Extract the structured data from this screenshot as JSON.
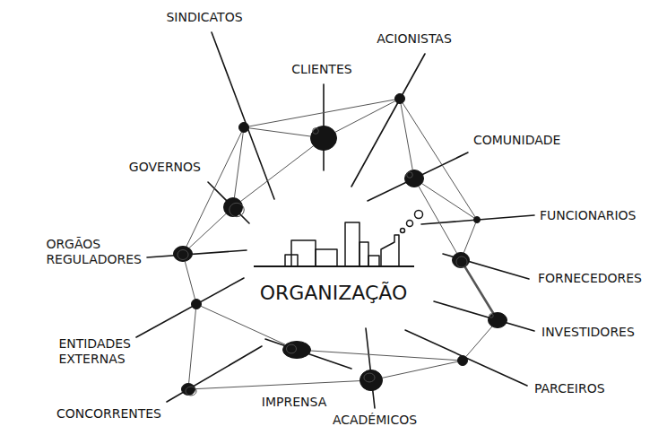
{
  "diagram": {
    "nodes": [
      {
        "text": [
          "SINDICATOS"
        ]
      },
      {
        "text": [
          "ACIONISTAS"
        ]
      },
      {
        "text": [
          "CLIENTES"
        ]
      },
      {
        "text": [
          "COMUNIDADE"
        ]
      },
      {
        "text": [
          "GOVERNOS"
        ]
      },
      {
        "text": [
          "FUNCIONARIOS"
        ]
      },
      {
        "text": [
          "ORGÃOS REGULADORES"
        ]
      },
      {
        "text": [
          "FORNECEDORES"
        ]
      },
      {
        "text": [
          "INVESTIDORES"
        ]
      },
      {
        "text": [
          "ENTIDADES EXTERNAS"
        ]
      },
      {
        "text": [
          "PARCEIROS"
        ]
      },
      {
        "text": [
          "CONCORRENTES"
        ]
      },
      {
        "text": [
          "IMPRENSA"
        ]
      },
      {
        "text": [
          "ACADÉMICOS"
        ]
      }
    ],
    "edges": [
      {
        "from": 0,
        "to": 1,
        "arrow": "none"
      },
      {
        "from": 0,
        "to": 2,
        "arrow": "none"
      },
      {
        "from": 2,
        "to": 1,
        "arrow": "none"
      },
      {
        "from": 0,
        "to": 4,
        "arrow": "none"
      },
      {
        "from": 0,
        "to": 6,
        "arrow": "none"
      },
      {
        "from": 4,
        "to": 2,
        "arrow": "none"
      },
      {
        "from": 1,
        "to": 3,
        "arrow": "none"
      },
      {
        "from": 1,
        "to": 5,
        "arrow": "none"
      },
      {
        "from": 3,
        "to": 5,
        "arrow": "none"
      },
      {
        "from": 5,
        "to": 7,
        "arrow": "none"
      },
      {
        "from": 7,
        "to": 8,
        "arrow": "none"
      },
      {
        "from": 8,
        "to": 10,
        "arrow": "none"
      },
      {
        "from": 10,
        "to": 13,
        "arrow": "none"
      },
      {
        "from": 13,
        "to": 11,
        "arrow": "none"
      },
      {
        "from": 11,
        "to": 9,
        "arrow": "none"
      },
      {
        "from": 9,
        "to": 6,
        "arrow": "none"
      },
      {
        "from": 6,
        "to": 4,
        "arrow": "none"
      },
      {
        "from": 12,
        "to": 9,
        "arrow": "none"
      },
      {
        "from": 12,
        "to": 10,
        "arrow": "none"
      },
      {
        "from": 3,
        "to": 7,
        "arrow": "none"
      }
    ],
    "labels": [
      "ORGANIZAÇÃO"
    ]
  }
}
